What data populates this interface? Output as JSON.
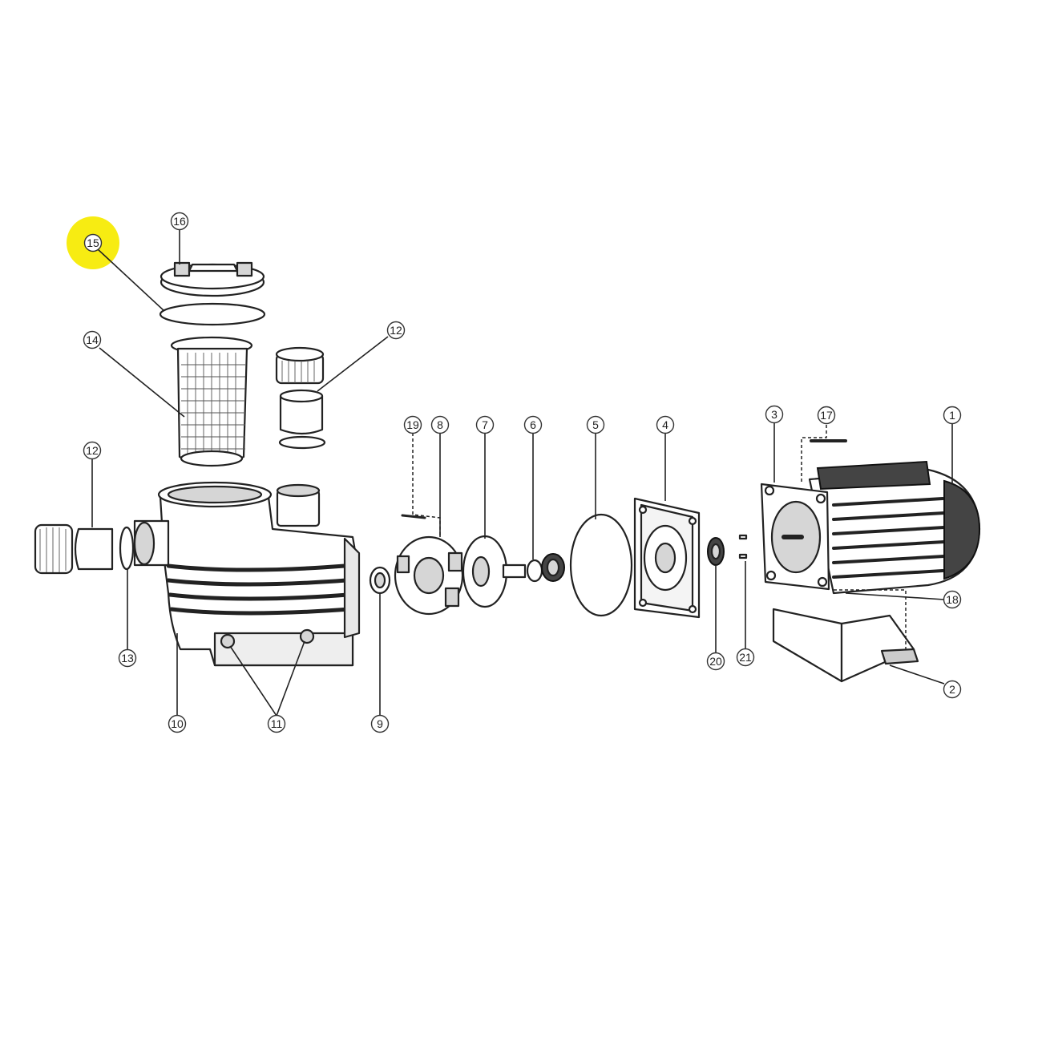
{
  "highlight": {
    "color": "#f7ec12",
    "target_label": "15"
  },
  "callouts": [
    {
      "label": "1"
    },
    {
      "label": "2"
    },
    {
      "label": "3"
    },
    {
      "label": "4"
    },
    {
      "label": "5"
    },
    {
      "label": "6"
    },
    {
      "label": "7"
    },
    {
      "label": "8"
    },
    {
      "label": "9"
    },
    {
      "label": "10"
    },
    {
      "label": "11"
    },
    {
      "label": "12"
    },
    {
      "label": "12"
    },
    {
      "label": "13"
    },
    {
      "label": "14"
    },
    {
      "label": "15"
    },
    {
      "label": "16"
    },
    {
      "label": "17"
    },
    {
      "label": "18"
    },
    {
      "label": "19"
    },
    {
      "label": "20"
    },
    {
      "label": "21"
    }
  ]
}
